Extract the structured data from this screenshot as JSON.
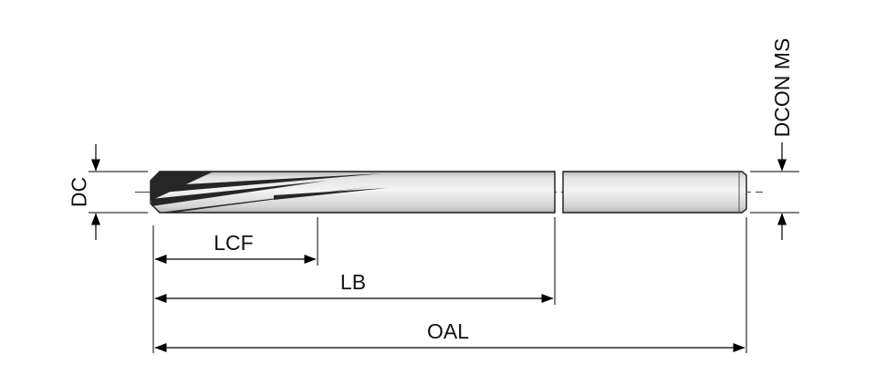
{
  "labels": {
    "dc": "DC",
    "lcf": "LCF",
    "lb": "LB",
    "oal": "OAL",
    "dcon_ms": "DCON MS"
  },
  "colors": {
    "line": "#1a1a1a",
    "flute": "#262626",
    "metal_light": "#f4f4f4",
    "metal_dark": "#bcbcbc",
    "background": "#ffffff"
  }
}
